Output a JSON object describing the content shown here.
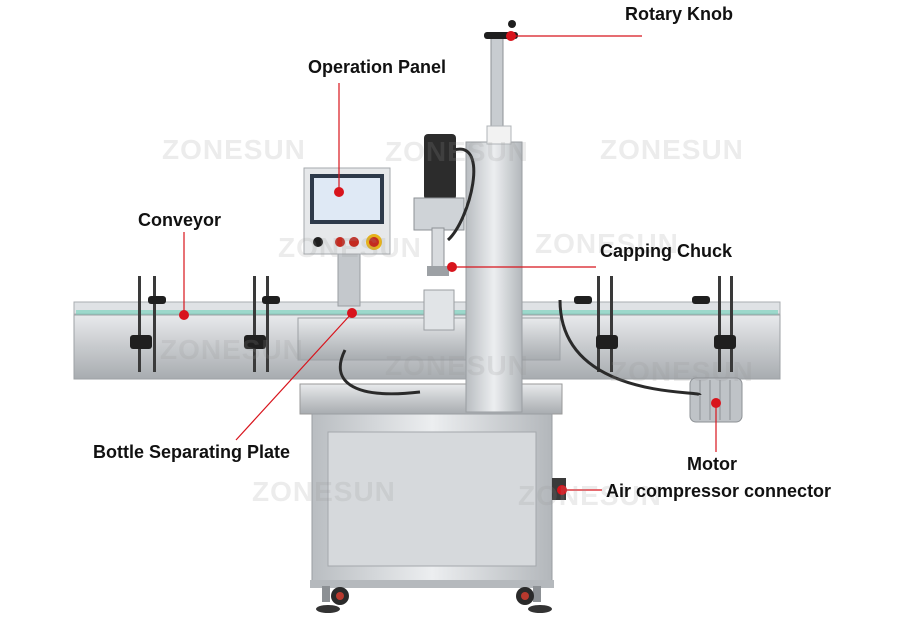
{
  "watermark": "ZONESUN",
  "labels": {
    "rotary_knob": "Rotary Knob",
    "operation_panel": "Operation Panel",
    "conveyor": "Conveyor",
    "capping_chuck": "Capping Chuck",
    "bottle_separating_plate": "Bottle Separating Plate",
    "motor": "Motor",
    "air_compressor_connector": "Air compressor connector"
  },
  "colors": {
    "callout": "#d8141c",
    "steel": "#c9ccd0",
    "frame": "#a9adb2",
    "dark": "#2b2b2b",
    "screen": "#dfe9f5",
    "estop": "#e6b21a"
  }
}
